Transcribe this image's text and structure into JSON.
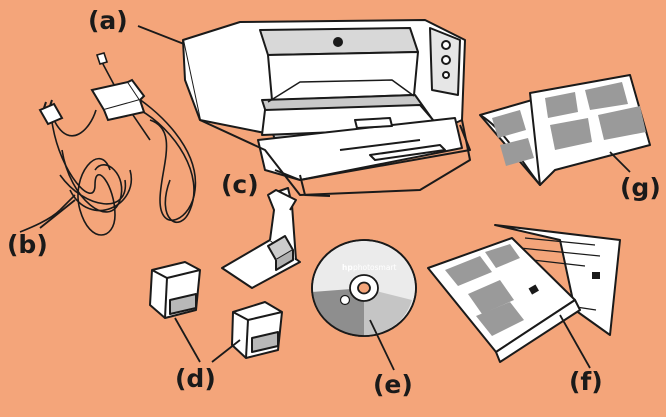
{
  "labels": {
    "a": "(a)",
    "b": "(b)",
    "c": "(c)",
    "d": "(d)",
    "e": "(e)",
    "f": "(f)",
    "g": "(g)"
  },
  "cd": {
    "brand": "hp",
    "product": "photosmart"
  },
  "colors": {
    "background": "#f4a57a",
    "line": "#1a1a1a",
    "paper": "#ffffff",
    "shade": "#9a9a9a"
  }
}
